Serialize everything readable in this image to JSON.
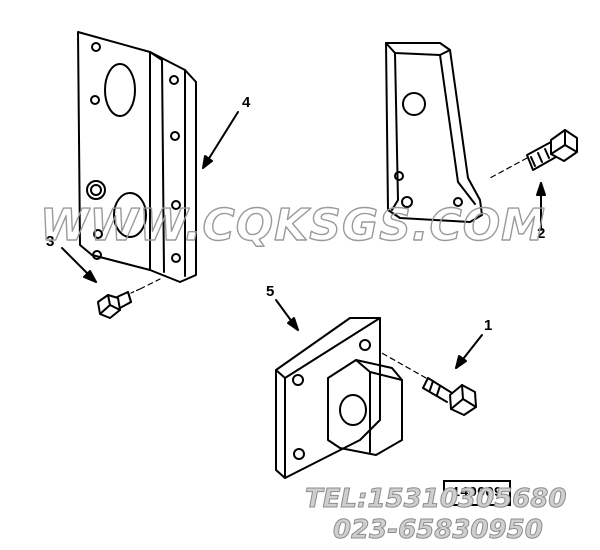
{
  "callouts": {
    "part_1": "1",
    "part_2": "2",
    "part_3": "3",
    "part_4": "4",
    "part_5": "5"
  },
  "watermark": "WWW.CQKSGS.COM",
  "contact": {
    "tel": "TEL:15310305680",
    "phone2": "023-65830950"
  },
  "figure_ref": "1400Q9",
  "colors": {
    "line": "#000000",
    "watermark": "#9a9a9a",
    "background": "#ffffff"
  }
}
